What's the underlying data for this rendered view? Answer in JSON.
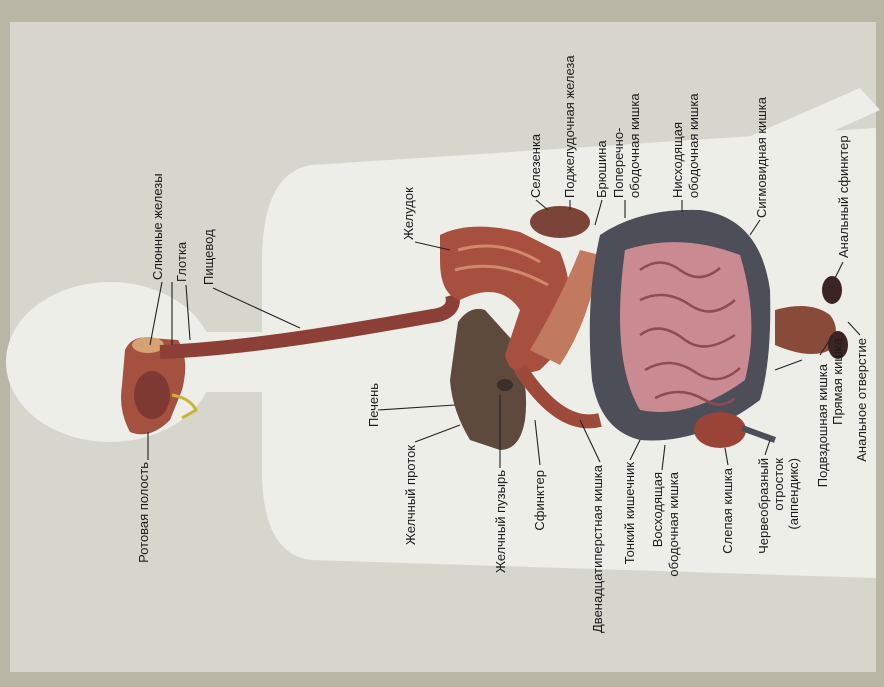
{
  "labels": {
    "oral_cavity": "Ротовая полость",
    "salivary_glands": "Слюнные железы",
    "pharynx": "Глотка",
    "esophagus": "Пищевод",
    "liver": "Печень",
    "bile_duct": "Желчный проток",
    "gallbladder": "Желчный пузырь",
    "sphincter": "Сфинктер",
    "stomach": "Желудок",
    "duodenum": "Двенадцатиперстная кишка",
    "spleen": "Селезенка",
    "pancreas": "Поджелудочная железа",
    "peritoneum": "Брюшина",
    "transverse_colon": [
      "Поперечно-",
      "ободочная кишка"
    ],
    "small_intestine": "Тонкий кишечник",
    "ascending_colon": [
      "Восходящая",
      "ободочная кишка"
    ],
    "descending_colon": [
      "Нисходящая",
      "ободочная кишка"
    ],
    "caecum": "Слепая кишка",
    "appendix": [
      "Червеобразный",
      "отросток",
      "(аппендикс)"
    ],
    "sigmoid_colon": "Сигмовидная кишка",
    "ileum": "Подвздошная кишка",
    "rectum": "Прямая кишка",
    "anal_sphincter": "Анальный сфинктер",
    "anus": "Анальное отверстие"
  },
  "colors": {
    "background": "#b9b6a6",
    "body_silhouette": "#eeeee9",
    "organ_red": "#9b4a3f",
    "intestine_pink": "#c98a92",
    "colon_gray": "#4c4e58",
    "liver_brown": "#5e4a3d"
  }
}
